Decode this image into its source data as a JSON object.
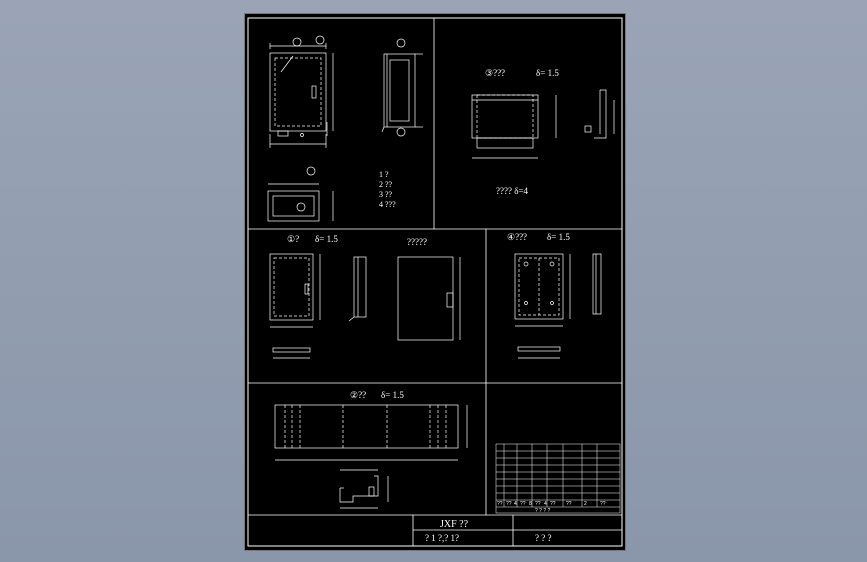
{
  "view1": {
    "legend": [
      "1  ?",
      "2  ??",
      "3  ??",
      "4  ???"
    ]
  },
  "view2": {
    "title": "③???",
    "thickness": "δ= 1.5",
    "note": "????  δ=4"
  },
  "view3": {
    "title": "①?",
    "thickness": "δ= 1.5",
    "title2": "?????"
  },
  "view4": {
    "title": "④???",
    "thickness": "δ= 1.5"
  },
  "view5": {
    "title": "②??",
    "thickness": "δ= 1.5"
  },
  "title_block": {
    "drawing_name": "JXF  ??",
    "label_row": "?  1 ?,?  1?",
    "right_row": "?    ?    ?"
  },
  "parts_table": {
    "bottom_row": [
      "??",
      "??",
      "4",
      "??",
      "8",
      "??",
      "4",
      "??",
      "??",
      "2",
      "??"
    ],
    "footer": "?  ?  ?  ?"
  }
}
